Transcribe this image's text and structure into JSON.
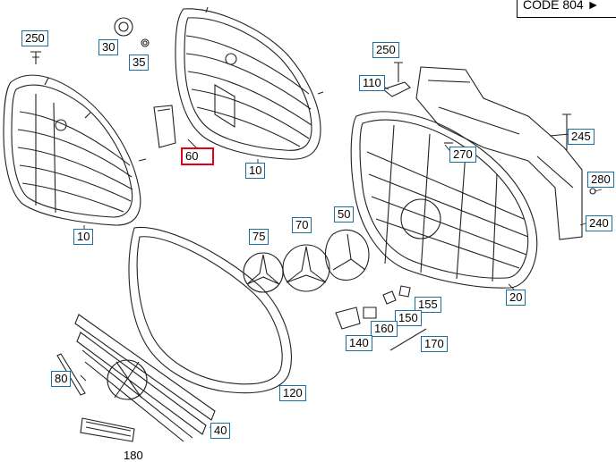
{
  "header": {
    "code_text": "CODE 804 ►"
  },
  "callouts": {
    "c250a": "250",
    "c30": "30",
    "c35": "35",
    "c10a": "10",
    "c10b": "10",
    "c60": "60",
    "c250b": "250",
    "c110": "110",
    "c245": "245",
    "c270": "270",
    "c280": "280",
    "c240": "240",
    "c20": "20",
    "c75": "75",
    "c70": "70",
    "c50": "50",
    "c155": "155",
    "c150": "150",
    "c160": "160",
    "c140": "140",
    "c170": "170",
    "c80": "80",
    "c120": "120",
    "c40": "40",
    "c180": "180"
  },
  "colors": {
    "callout_border": "#1a6fa3",
    "highlight_border": "#e0001b",
    "line": "#222222"
  }
}
